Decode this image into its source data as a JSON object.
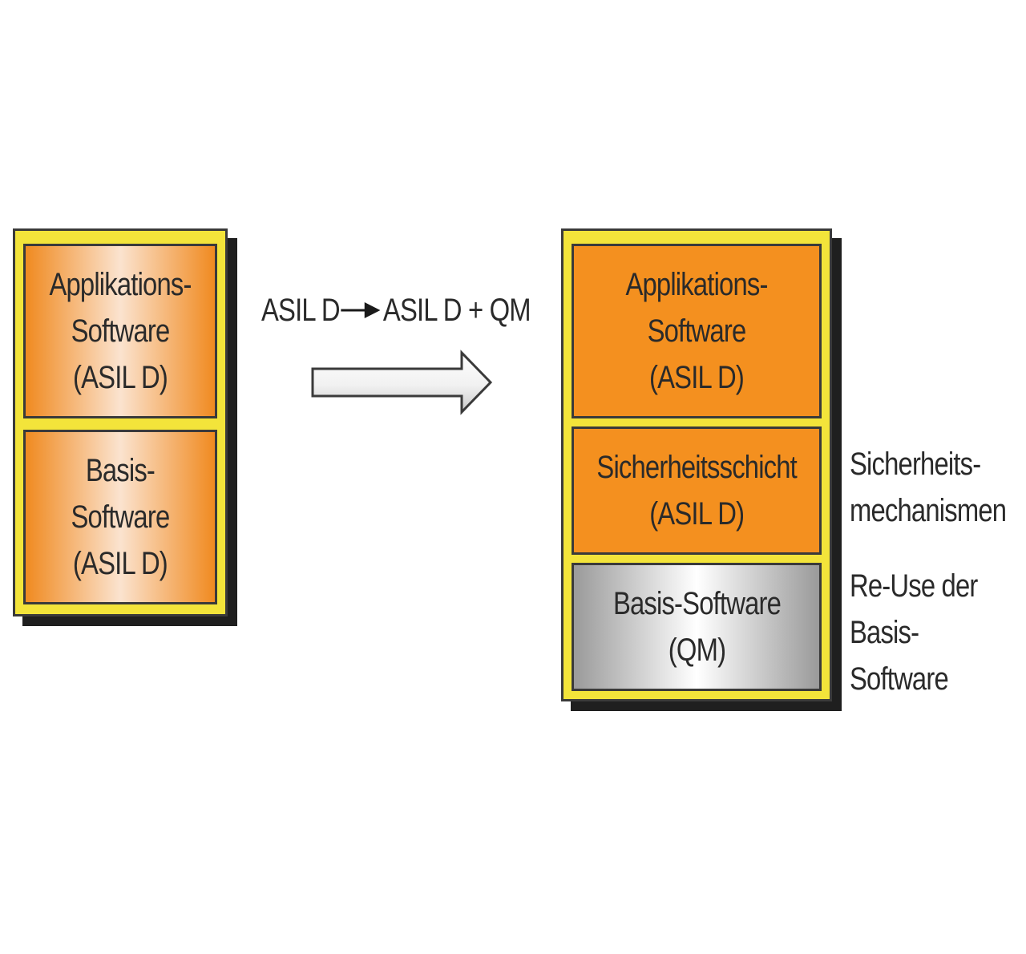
{
  "left_stack": {
    "top_block": [
      "Applikations-",
      "Software",
      "(ASIL D)"
    ],
    "bottom_block": [
      "Basis-",
      "Software",
      "(ASIL D)"
    ]
  },
  "transition": {
    "from": "ASIL D",
    "to": "ASIL D + QM"
  },
  "right_stack": {
    "top_block": [
      "Applikations-",
      "Software",
      "(ASIL D)"
    ],
    "middle_block": [
      "Sicherheitsschicht",
      "(ASIL D)"
    ],
    "bottom_block": [
      "Basis-Software",
      "(QM)"
    ]
  },
  "annotations": {
    "safety": [
      "Sicherheits-",
      "mechanismen"
    ],
    "reuse": [
      "Re-Use der",
      "Basis-",
      "Software"
    ]
  },
  "colors": {
    "frame_yellow": "#f3e43a",
    "orange": "#f4901f",
    "gray": "#9a9a9a",
    "shadow": "#1f1f1f"
  }
}
